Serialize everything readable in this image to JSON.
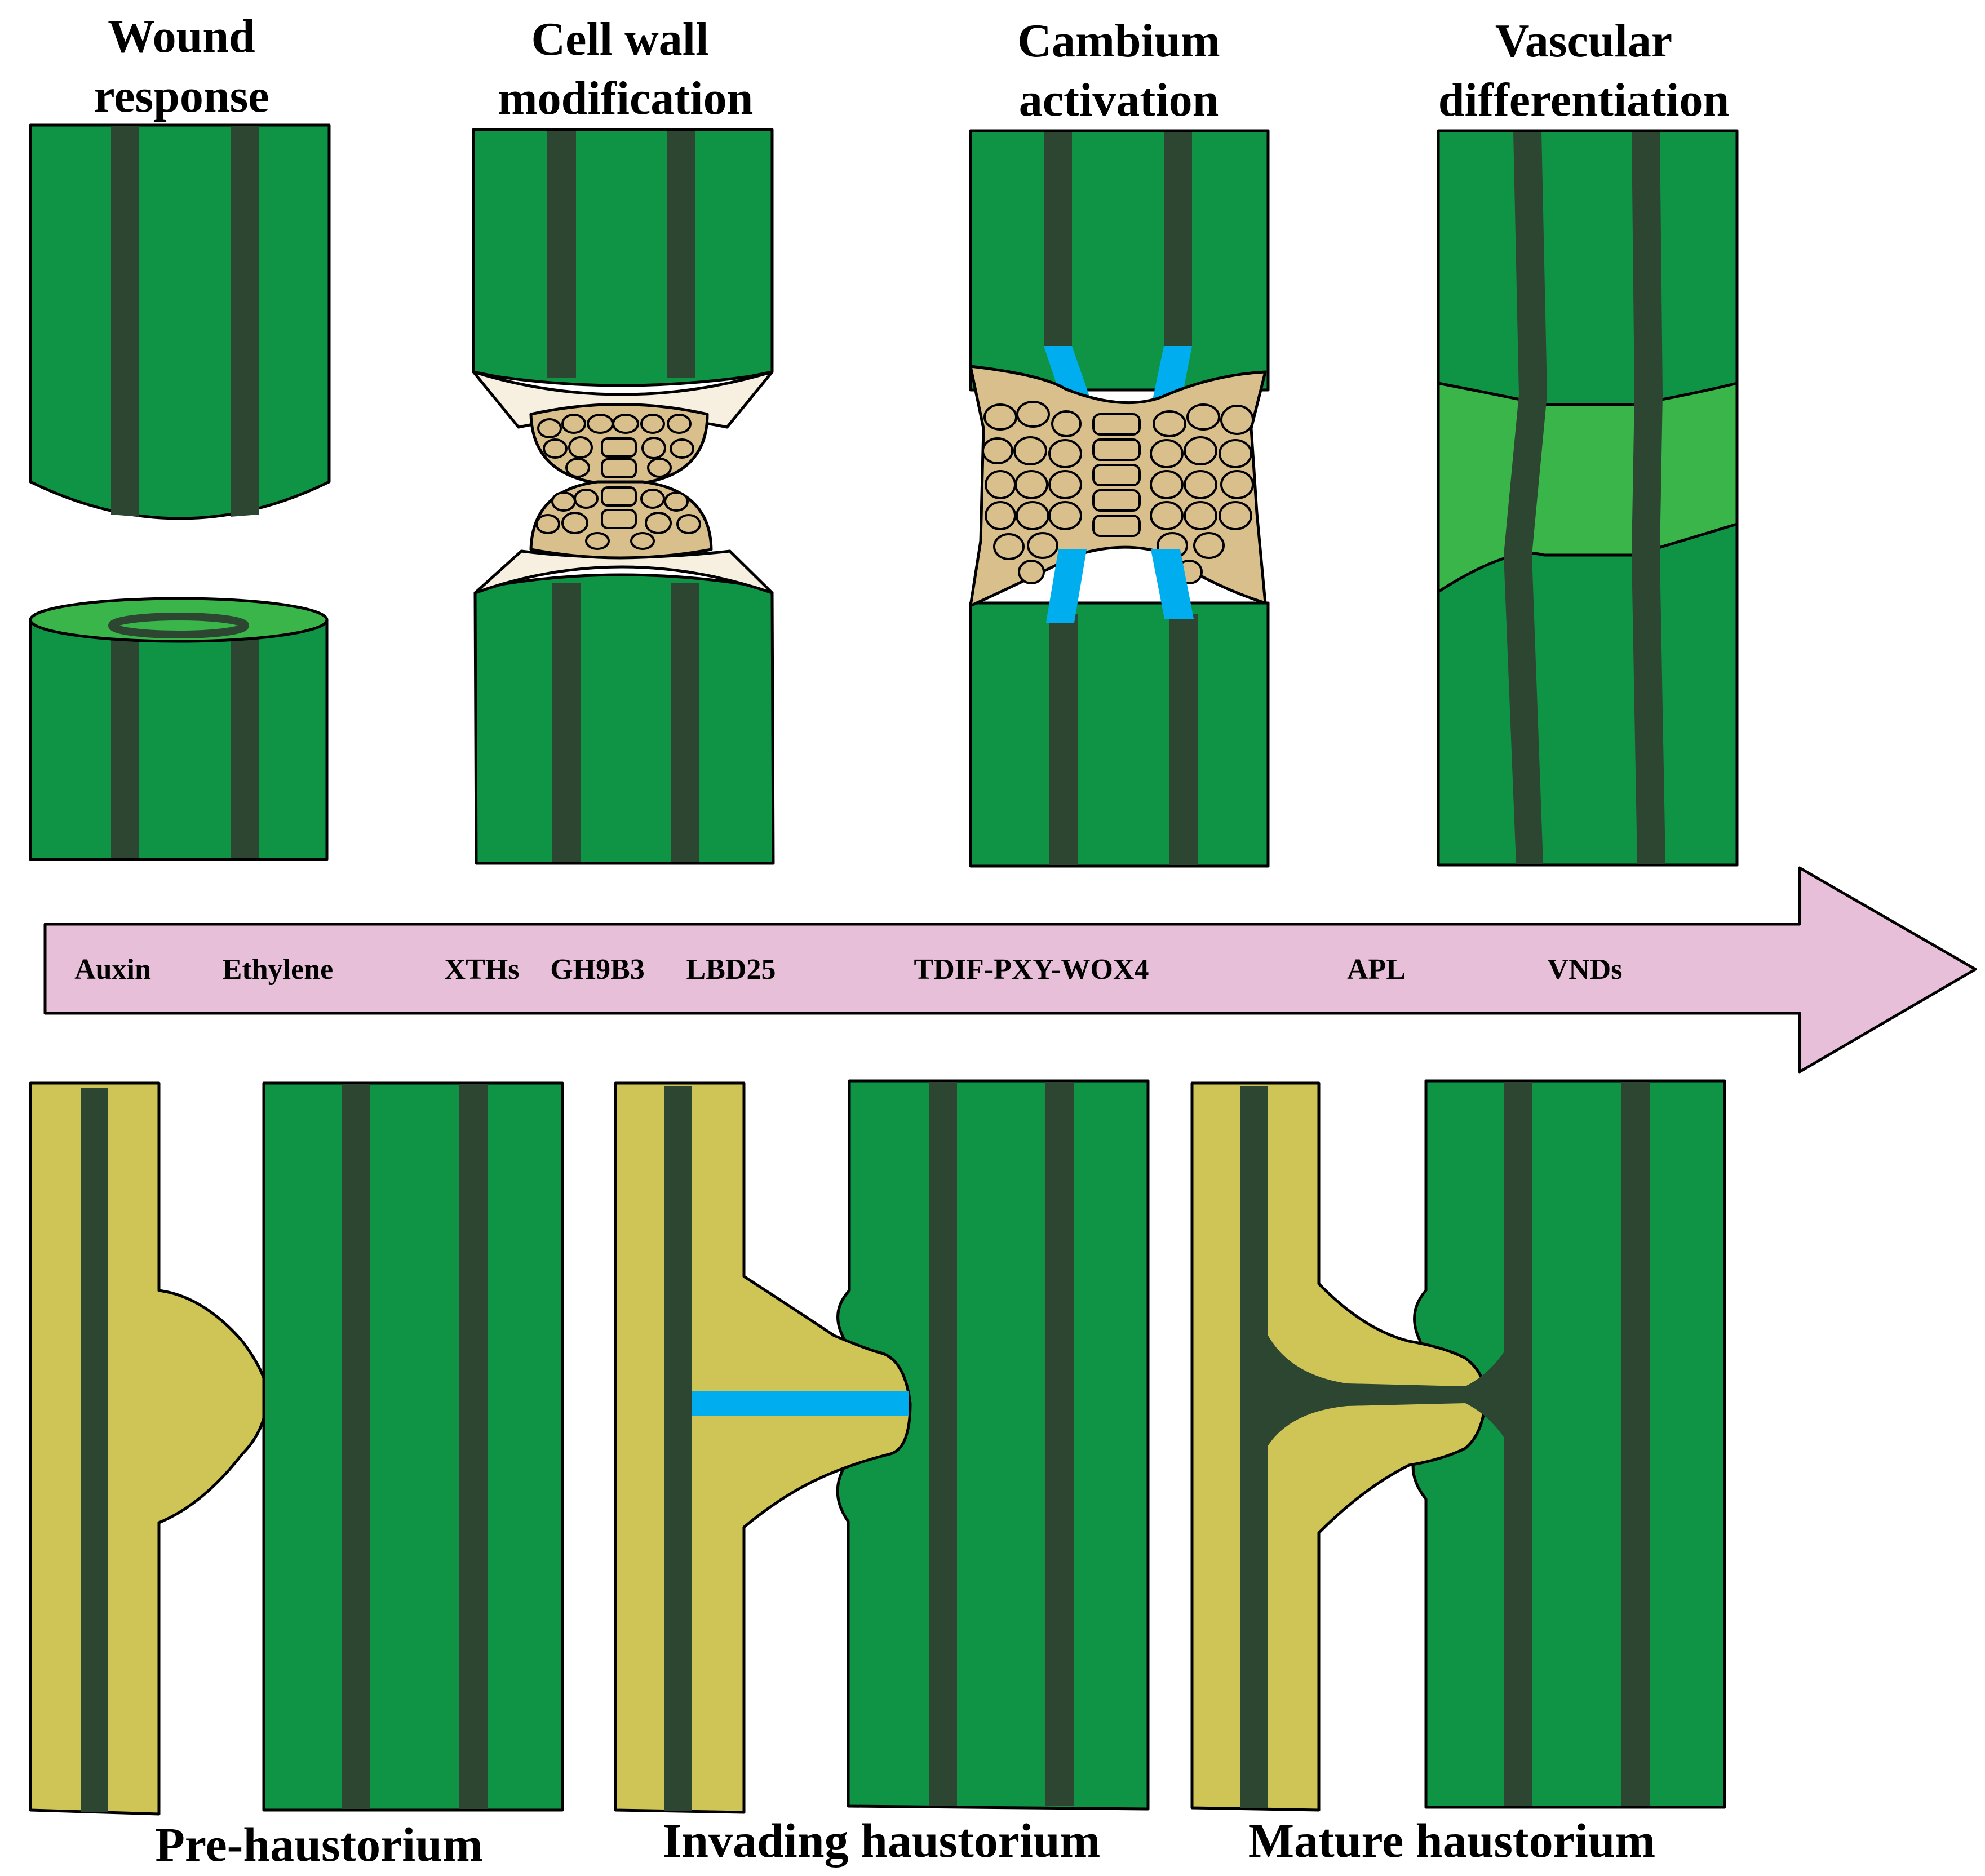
{
  "stages": [
    {
      "line1": "Wound",
      "line2": "response"
    },
    {
      "line1": "Cell wall",
      "line2": "modification"
    },
    {
      "line1": "Cambium",
      "line2": "activation"
    },
    {
      "line1": "Vascular",
      "line2": "differentiation"
    }
  ],
  "factors": [
    "Auxin",
    "Ethylene",
    "XTHs",
    "GH9B3",
    "LBD25",
    "TDIF-PXY-WOX4",
    "APL",
    "VNDs"
  ],
  "haustoria": [
    "Pre-haustorium",
    "Invading haustorium",
    "Mature haustorium"
  ],
  "colors": {
    "stem_green": "#0e9444",
    "light_green": "#3ab54a",
    "vascular_dark": "#2c4632",
    "callus_tan": "#d9bf8c",
    "cambium_blue": "#00aeef",
    "parasite_yellow": "#cfc556",
    "arrow_pink": "#e8bfd9"
  }
}
